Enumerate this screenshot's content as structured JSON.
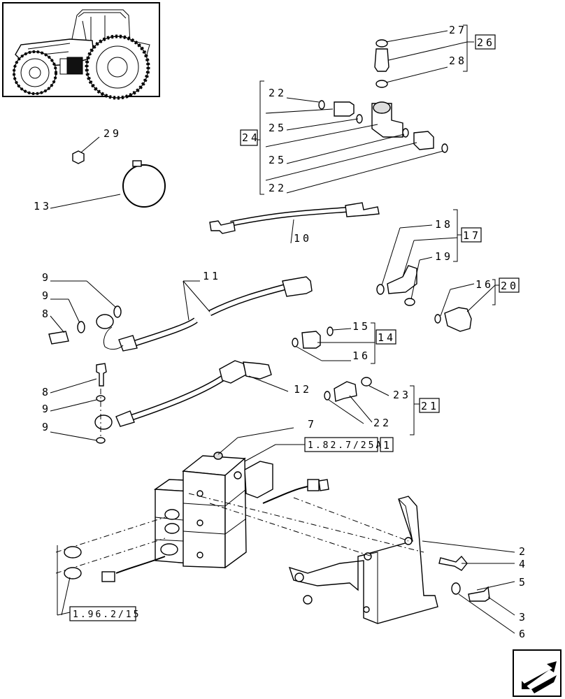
{
  "labels": {
    "l2": "2",
    "l3": "3",
    "l4": "4",
    "l5": "5",
    "l6": "6",
    "l7": "7",
    "l8a": "8",
    "l8b": "8",
    "l9a": "9",
    "l9b": "9",
    "l9c": "9",
    "l9d": "9",
    "l10": "10",
    "l11": "11",
    "l12": "12",
    "l13": "13",
    "l15": "15",
    "l16a": "16",
    "l16b": "16",
    "l18": "18",
    "l19": "19",
    "l22a": "22",
    "l22b": "22",
    "l22c": "22",
    "l23": "23",
    "l25a": "25",
    "l25b": "25",
    "l27": "27",
    "l28": "28",
    "l29": "29"
  },
  "assemblies": {
    "a1": "1",
    "a14": "14",
    "a17": "17",
    "a20": "20",
    "a21": "21",
    "a24": "24",
    "a26": "26"
  },
  "references": {
    "ref_valve": "1.82.7/25A",
    "ref_hoses": "1.96.2/15"
  },
  "icons": {
    "tractor": "tractor-thumbnail-icon",
    "next": "next-page-arrow-icon"
  }
}
